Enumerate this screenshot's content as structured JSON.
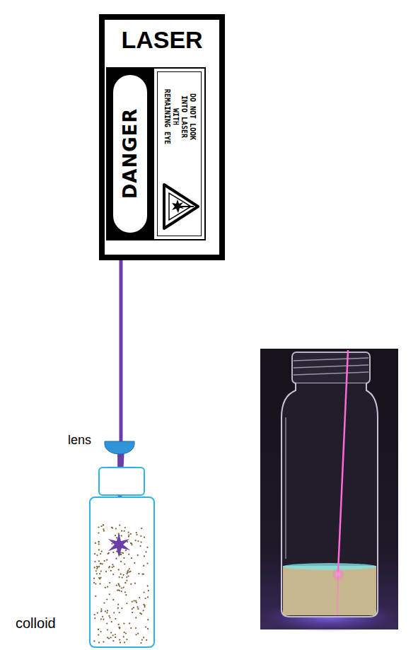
{
  "diagram": {
    "nodes": [
      {
        "text": [
          "LASER"
        ]
      },
      {
        "text": [
          "DANGER",
          "DO NOT LOOK INTO LASER WITH REMAINING EYE"
        ],
        "in": 0
      }
    ],
    "labels": [
      "lens",
      "colloid"
    ]
  }
}
